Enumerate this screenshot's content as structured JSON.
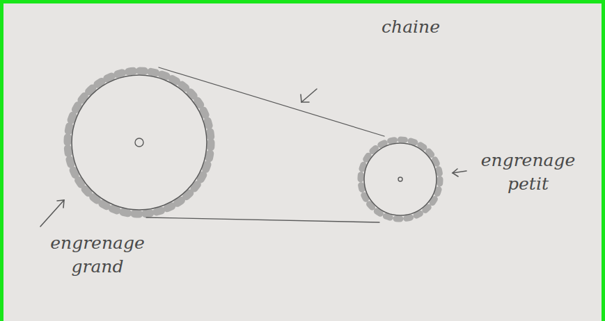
{
  "diagram": {
    "labels": [
      "chaine",
      "engrenage petit",
      "engrenage grand"
    ]
  }
}
